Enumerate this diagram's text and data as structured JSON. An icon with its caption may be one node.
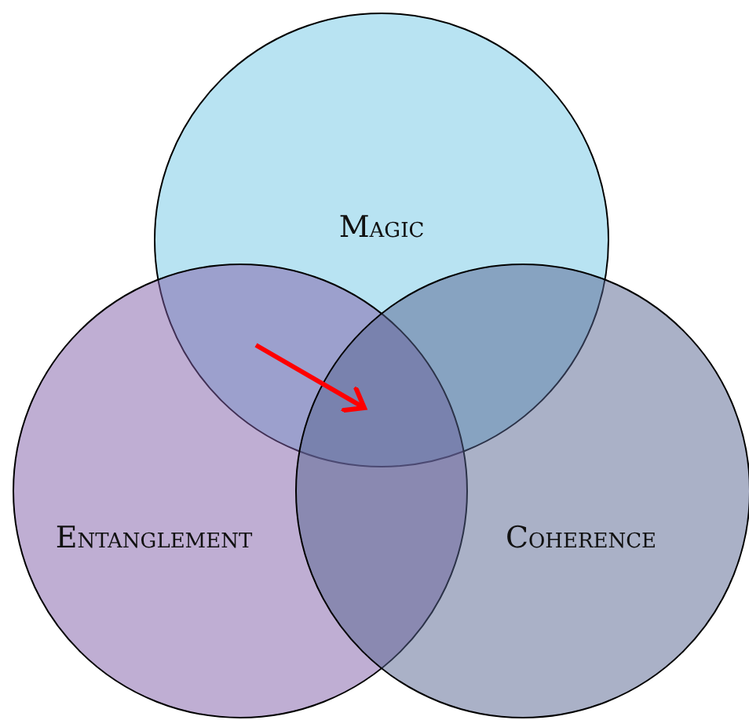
{
  "diagram": {
    "nodes": [
      {
        "text": [
          "Magic"
        ]
      },
      {
        "text": [
          "Entanglement"
        ]
      },
      {
        "text": [
          "Coherence"
        ]
      }
    ]
  }
}
